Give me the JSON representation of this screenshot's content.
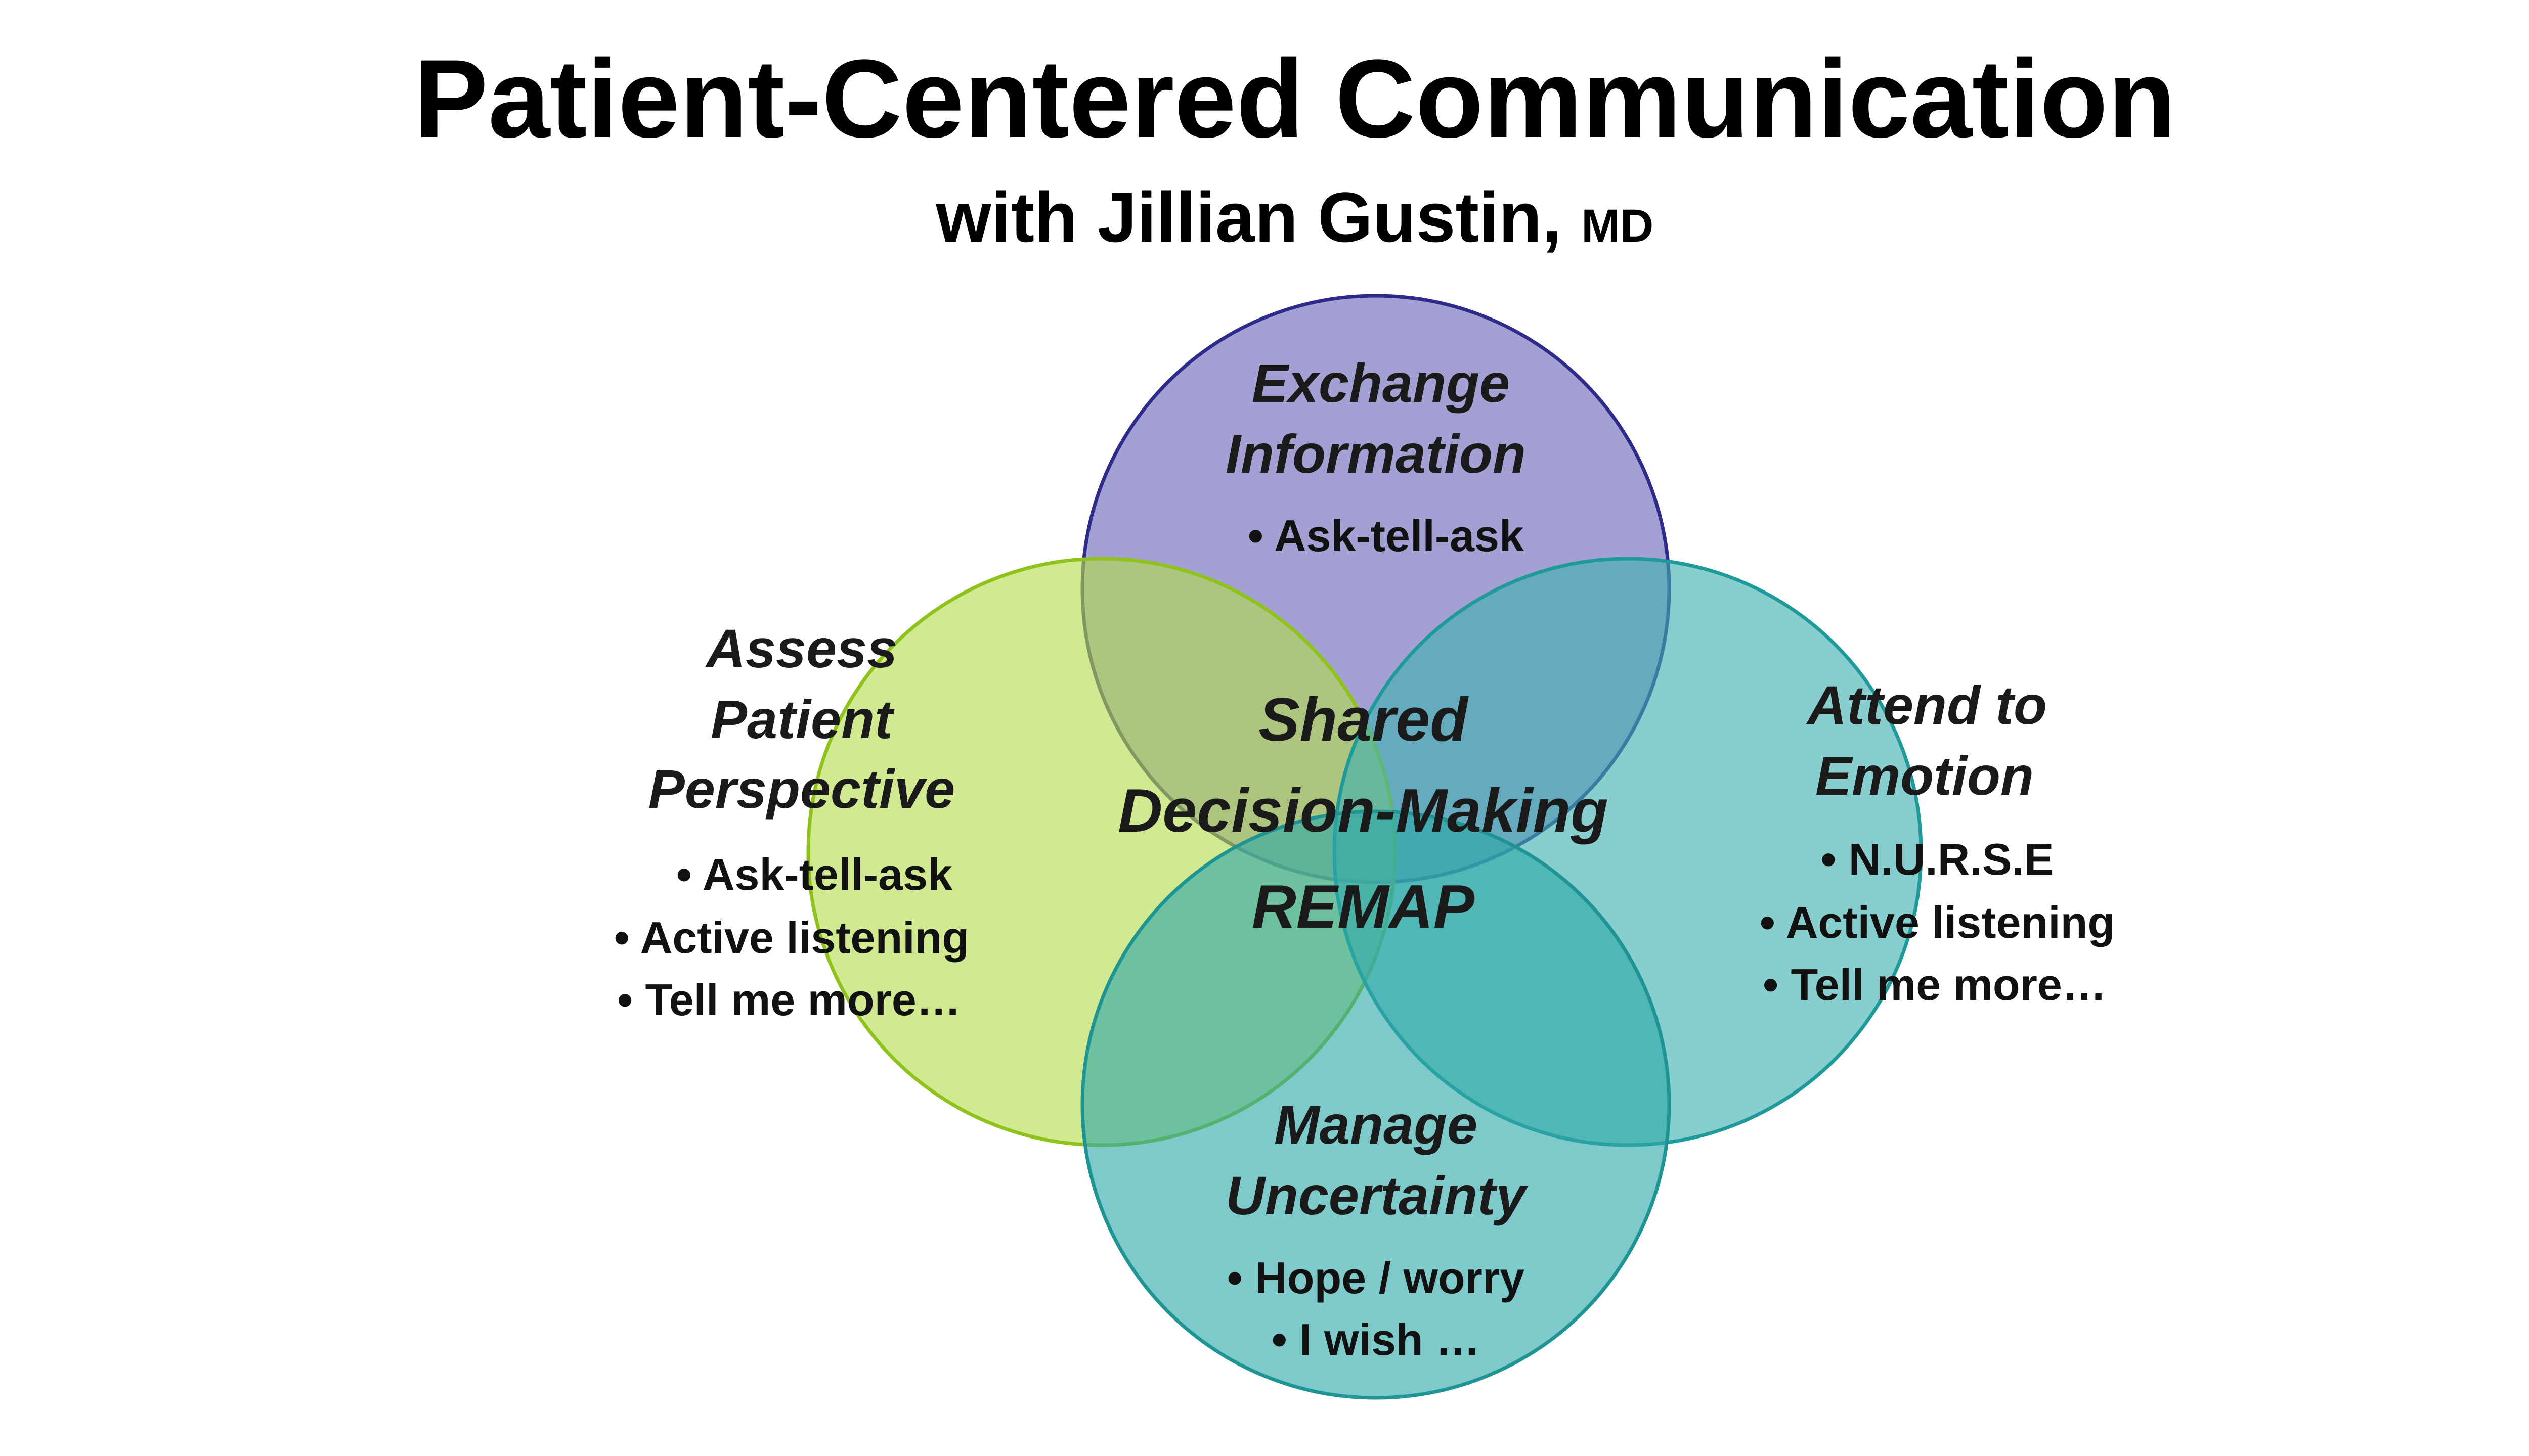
{
  "header": {
    "title": "Patient-Centered Communication",
    "subtitle_main": "with Jillian Gustin, ",
    "subtitle_degree": "MD"
  },
  "venn": {
    "circles": {
      "top": {
        "title_lines": [
          "Exchange",
          "Information"
        ],
        "bullets": [
          "• Ask-tell-ask"
        ],
        "fill": "#6b68b8",
        "stroke": "#2e2b8a"
      },
      "left": {
        "title_lines": [
          "Assess",
          "Patient",
          "Perspective"
        ],
        "bullets": [
          "• Ask-tell-ask",
          "• Active listening",
          "• Tell me more…"
        ],
        "fill": "#b5dc4c",
        "stroke": "#8fc21a"
      },
      "right": {
        "title_lines": [
          "Attend to",
          "Emotion"
        ],
        "bullets": [
          "• N.U.R.S.E",
          "• Active listening",
          "• Tell me more…"
        ],
        "fill": "#3fb0b0",
        "stroke": "#1f9a9a"
      },
      "bottom": {
        "title_lines": [
          "Manage",
          "Uncertainty"
        ],
        "bullets": [
          "• Hope / worry",
          "• I wish …"
        ],
        "fill": "#2fa8a8",
        "stroke": "#1e9494"
      }
    },
    "center": {
      "lines": [
        "Shared",
        "Decision-Making",
        "REMAP"
      ]
    }
  }
}
